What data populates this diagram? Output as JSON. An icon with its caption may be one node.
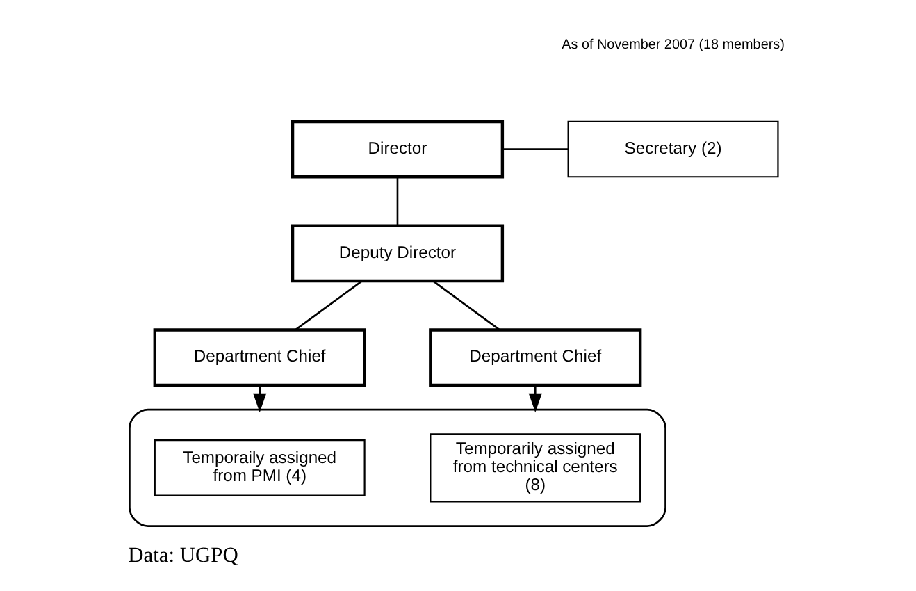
{
  "diagram": {
    "caption": "Data: UGPQ",
    "nodes": [
      {
        "text": [
          "Director"
        ]
      },
      {
        "text": [
          "Secretary (2)"
        ]
      },
      {
        "text": [
          "Deputy Director"
        ]
      },
      {
        "text": [
          "Department Chief"
        ]
      },
      {
        "text": [
          "Department Chief"
        ]
      },
      {
        "text": [],
        "shape": "box"
      },
      {
        "text": [
          "Temporaily assigned from PMI (4)"
        ],
        "in": 5
      },
      {
        "text": [
          "Temporarily assigned from technical centers (8)"
        ],
        "in": 5
      }
    ],
    "edges": [
      {
        "from": 0,
        "to": 2,
        "arrow": "none"
      },
      {
        "from": 0,
        "to": 1,
        "arrow": "none"
      },
      {
        "from": 2,
        "to": 3,
        "arrow": "none"
      },
      {
        "from": 2,
        "to": 4,
        "arrow": "none"
      },
      {
        "from": 3,
        "to": 5,
        "arrow": "to"
      },
      {
        "from": 4,
        "to": 5,
        "arrow": "to"
      }
    ],
    "labels": [
      "As of November 2007 (18 members)"
    ]
  }
}
